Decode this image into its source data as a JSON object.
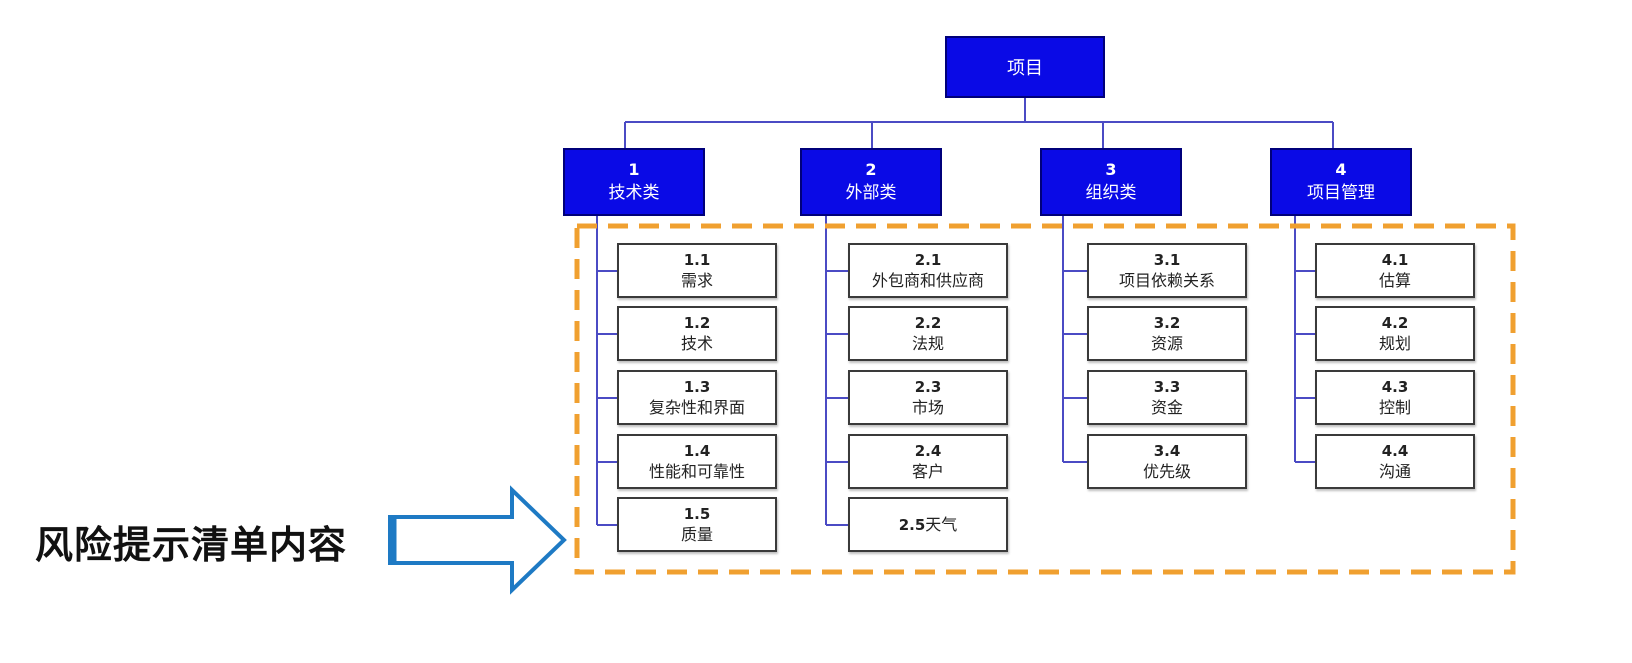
{
  "diagram": {
    "root": {
      "label": "项目"
    },
    "categories": [
      {
        "number": "1",
        "label": "技术类",
        "items": [
          {
            "number": "1.1",
            "label": "需求"
          },
          {
            "number": "1.2",
            "label": "技术"
          },
          {
            "number": "1.3",
            "label": "复杂性和界面"
          },
          {
            "number": "1.4",
            "label": "性能和可靠性"
          },
          {
            "number": "1.5",
            "label": "质量"
          }
        ]
      },
      {
        "number": "2",
        "label": "外部类",
        "items": [
          {
            "number": "2.1",
            "label": "外包商和供应商"
          },
          {
            "number": "2.2",
            "label": "法规"
          },
          {
            "number": "2.3",
            "label": "市场"
          },
          {
            "number": "2.4",
            "label": "客户"
          },
          {
            "number": "2.5",
            "label": "天气"
          }
        ]
      },
      {
        "number": "3",
        "label": "组织类",
        "items": [
          {
            "number": "3.1",
            "label": "项目依赖关系"
          },
          {
            "number": "3.2",
            "label": "资源"
          },
          {
            "number": "3.3",
            "label": "资金"
          },
          {
            "number": "3.4",
            "label": "优先级"
          }
        ]
      },
      {
        "number": "4",
        "label": "项目管理",
        "items": [
          {
            "number": "4.1",
            "label": "估算"
          },
          {
            "number": "4.2",
            "label": "规划"
          },
          {
            "number": "4.3",
            "label": "控制"
          },
          {
            "number": "4.4",
            "label": "沟通"
          }
        ]
      }
    ],
    "callout": {
      "label": "风险提示清单内容"
    }
  },
  "colors": {
    "node_fill": "#0a0ae6",
    "node_border": "#00007a",
    "line": "#4b4bc4",
    "highlight": "#f0a030",
    "arrow": "#1e7ac4"
  }
}
